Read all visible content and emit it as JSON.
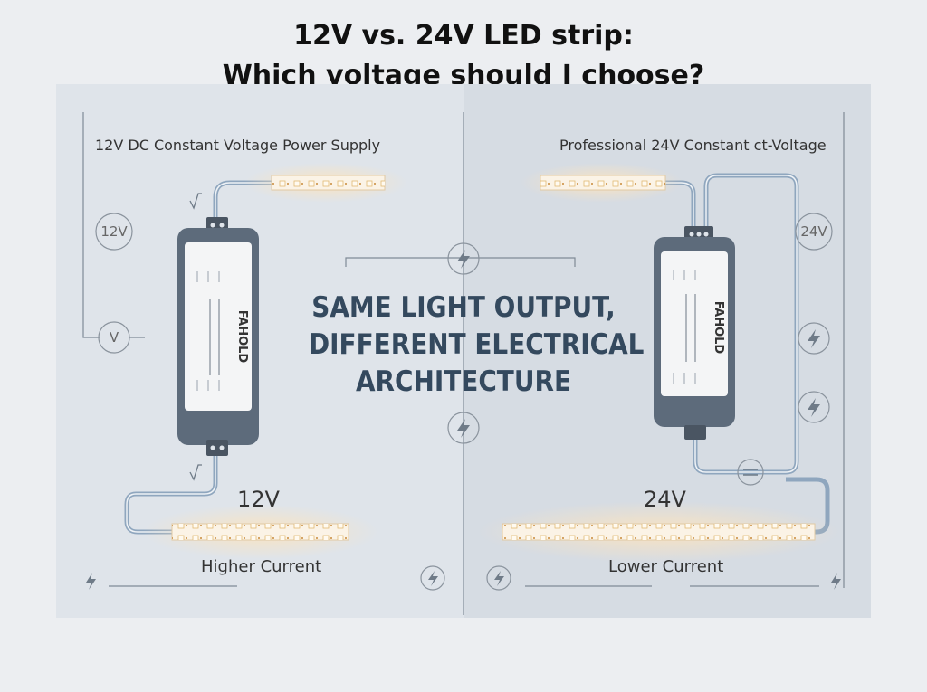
{
  "title": {
    "line1": "12V vs. 24V LED strip:",
    "line2": "Which voltage should I choose?"
  },
  "left": {
    "psu_label": "12V DC Constant Voltage Power Supply",
    "voltage": "12V",
    "current_label": "Higher Current",
    "badge_voltage": "12V",
    "badge_v": "V",
    "device_brand": "FAHOLD"
  },
  "right": {
    "psu_label": "Professional 24V Constant ct-Voltage",
    "voltage": "24V",
    "current_label": "Lower Current",
    "badge_voltage": "24V",
    "device_brand": "FAHOLD"
  },
  "center": {
    "line1": "SAME LIGHT OUTPUT,",
    "line2": "DIFFERENT ELECTRICAL",
    "line3": "ARCHITECTURE"
  },
  "colors": {
    "panel_left": "#dfe4ea",
    "panel_right": "#d6dce3",
    "wire": "#8fa6be",
    "device_body": "#5d6b7b",
    "label_panel": "#f4f5f6",
    "led_glow": "#f6c98a"
  }
}
